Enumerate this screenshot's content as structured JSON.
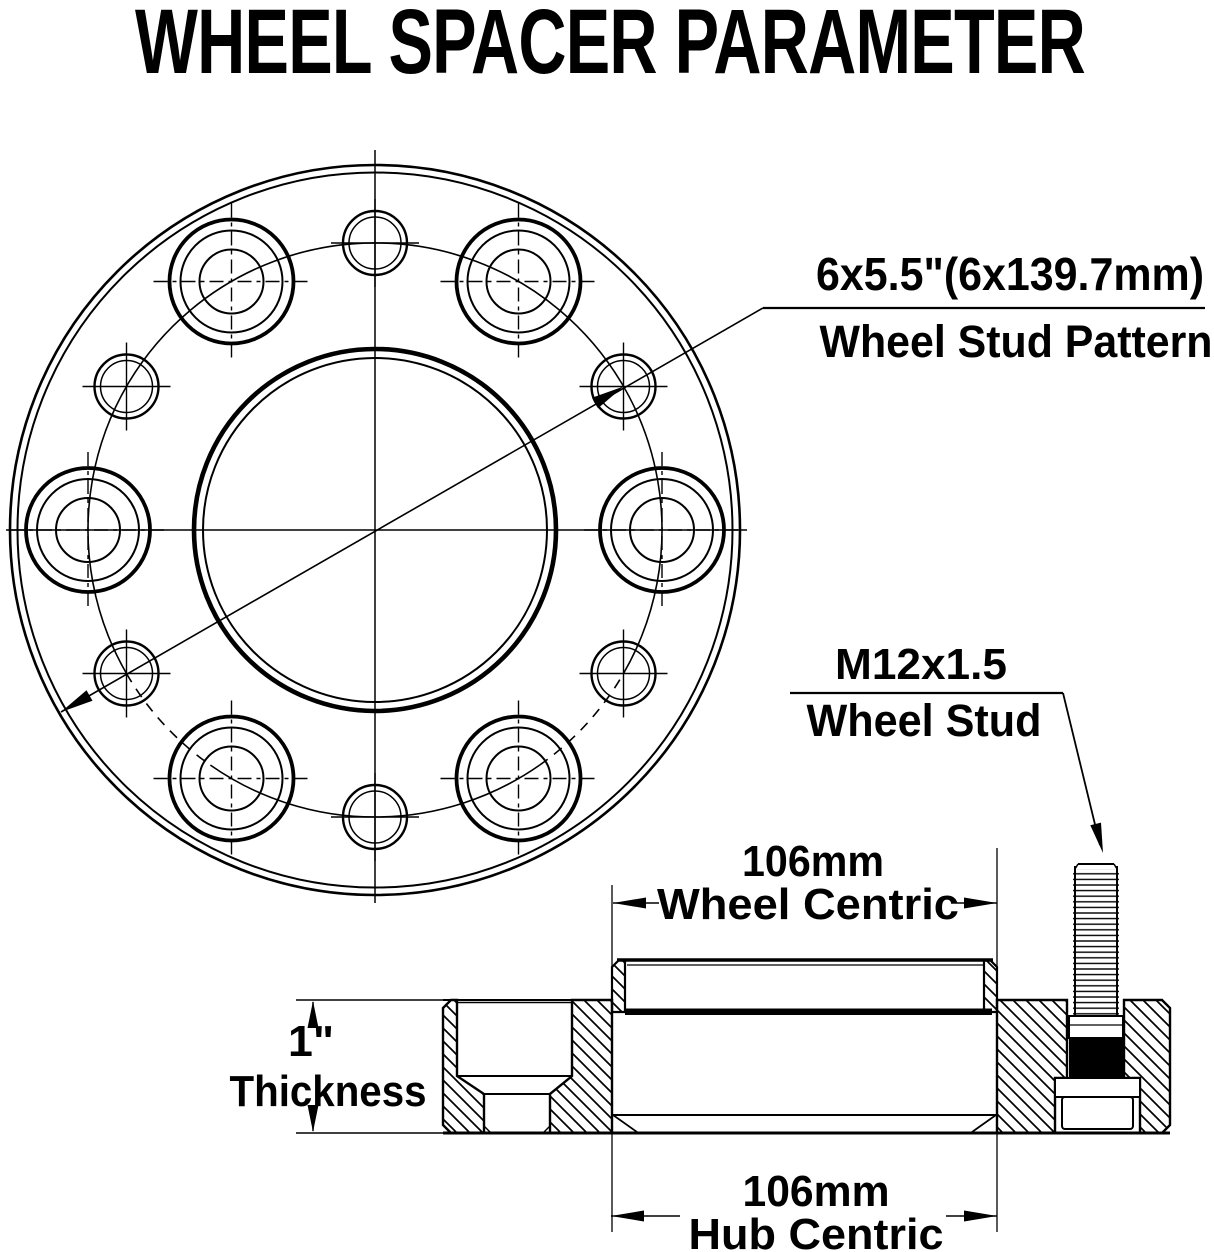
{
  "title": "WHEEL SPACER PARAMETER",
  "front_view": {
    "stud_pattern_value": "6x5.5\"(6x139.7mm)",
    "stud_pattern_label": "Wheel Stud Pattern"
  },
  "section_view": {
    "wheel_stud_value": "M12x1.5",
    "wheel_stud_label": "Wheel Stud",
    "wheel_centric_value": "106mm",
    "wheel_centric_label": "Wheel Centric",
    "thickness_value": "1\"",
    "thickness_label": "Thickness",
    "hub_centric_value": "106mm",
    "hub_centric_label": "Hub Centric"
  },
  "specs": {
    "bolt_pattern": "6x5.5 inch (6x139.7mm)",
    "stud_thread": "M12x1.5",
    "thickness": "1 inch",
    "wheel_centric_diameter": "106mm",
    "hub_centric_diameter": "106mm",
    "stud_count": 6
  },
  "colors": {
    "ink": "#000000",
    "paper": "#ffffff"
  }
}
